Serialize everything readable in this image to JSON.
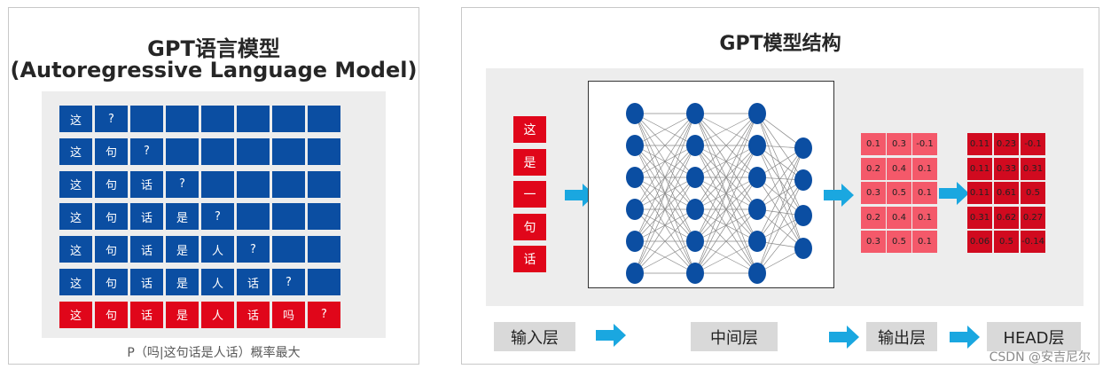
{
  "left": {
    "title_line1": "GPT语言模型",
    "title_line2": "(Autoregressive Language Model)",
    "rows": [
      [
        "这",
        "?",
        "",
        "",
        "",
        "",
        "",
        ""
      ],
      [
        "这",
        "句",
        "?",
        "",
        "",
        "",
        "",
        ""
      ],
      [
        "这",
        "句",
        "话",
        "?",
        "",
        "",
        "",
        ""
      ],
      [
        "这",
        "句",
        "话",
        "是",
        "?",
        "",
        "",
        ""
      ],
      [
        "这",
        "句",
        "话",
        "是",
        "人",
        "?",
        "",
        ""
      ],
      [
        "这",
        "句",
        "话",
        "是",
        "人",
        "话",
        "?",
        ""
      ],
      [
        "这",
        "句",
        "话",
        "是",
        "人",
        "话",
        "吗",
        "?"
      ]
    ],
    "caption": "P（吗|这句话是人话）概率最大"
  },
  "right": {
    "title": "GPT模型结构",
    "input_tokens": [
      "这",
      "是",
      "一",
      "句",
      "话"
    ],
    "output_values": [
      [
        "0.1",
        "0.3",
        "-0.1"
      ],
      [
        "0.2",
        "0.4",
        "0.1"
      ],
      [
        "0.3",
        "0.5",
        "0.1"
      ],
      [
        "0.2",
        "0.4",
        "0.1"
      ],
      [
        "0.3",
        "0.5",
        "0.1"
      ]
    ],
    "head_values": [
      [
        "0.11",
        "0.23",
        "-0.1"
      ],
      [
        "0.11",
        "0.33",
        "0.31"
      ],
      [
        "0.11",
        "0.61",
        "0.5"
      ],
      [
        "0.31",
        "0.62",
        "0.27"
      ],
      [
        "0.06",
        "0.5",
        "-0.14"
      ]
    ],
    "labels": {
      "input": "输入层",
      "middle": "中间层",
      "output": "输出层",
      "head": "HEAD层"
    }
  },
  "watermark": "CSDN @安吉尼尔",
  "colors": {
    "blue": "#0b4ea2",
    "red": "#e0061a",
    "pink": "#f4596a",
    "arrow": "#1aa7e0",
    "node": "#0b4ea2"
  }
}
